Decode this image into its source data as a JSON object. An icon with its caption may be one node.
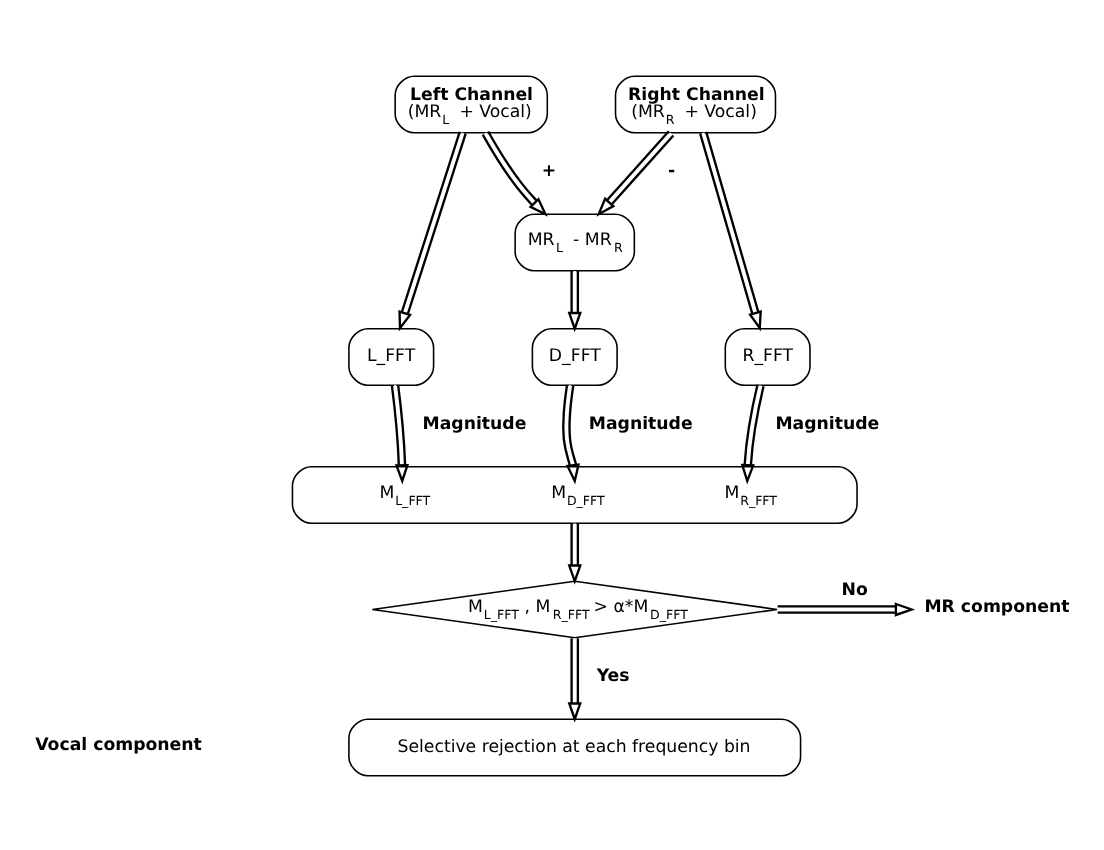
{
  "diagram": {
    "nodes": [
      {
        "text": [
          "Left Channel",
          "(MR$_{L}$ + Vocal)"
        ]
      },
      {
        "text": [
          "Right Channel",
          "(MR$_{R}$ + Vocal)"
        ]
      },
      {
        "text": [
          "MR$_{L}$ - MR$_{R}$"
        ]
      },
      {
        "text": [
          "L_FFT"
        ]
      },
      {
        "text": [
          "D_FFT"
        ]
      },
      {
        "text": [
          "R_FFT"
        ]
      },
      {
        "text": [
          "M$_{L_FFT}$",
          "M$_{D_FFT}$",
          "M$_{R_FFT}$"
        ]
      },
      {
        "text": [
          "M$_{L_FFT}$ , M$_{R_FFT}$ > α*M$_{D_FFT}$"
        ]
      },
      {
        "text": [
          "MR component"
        ]
      },
      {
        "text": [
          "Selective rejection at each frequency bin"
        ]
      }
    ],
    "edges": [
      {
        "from": 0,
        "to": 2,
        "arrow": "to",
        "label": "+"
      },
      {
        "from": 1,
        "to": 2,
        "arrow": "to",
        "label": "-"
      },
      {
        "from": 0,
        "to": 3,
        "arrow": "to"
      },
      {
        "from": 2,
        "to": 4,
        "arrow": "to"
      },
      {
        "from": 1,
        "to": 5,
        "arrow": "to"
      },
      {
        "from": 3,
        "to": 6,
        "arrow": "to",
        "label": "Magnitude"
      },
      {
        "from": 4,
        "to": 6,
        "arrow": "to",
        "label": "Magnitude"
      },
      {
        "from": 5,
        "to": 6,
        "arrow": "to",
        "label": "Magnitude"
      },
      {
        "from": 6,
        "to": 7,
        "arrow": "to"
      },
      {
        "from": 7,
        "to": 8,
        "arrow": "to",
        "label": "No"
      },
      {
        "from": 7,
        "to": 9,
        "arrow": "to",
        "label": "Yes"
      }
    ],
    "labels": [
      "Vocal component"
    ]
  }
}
